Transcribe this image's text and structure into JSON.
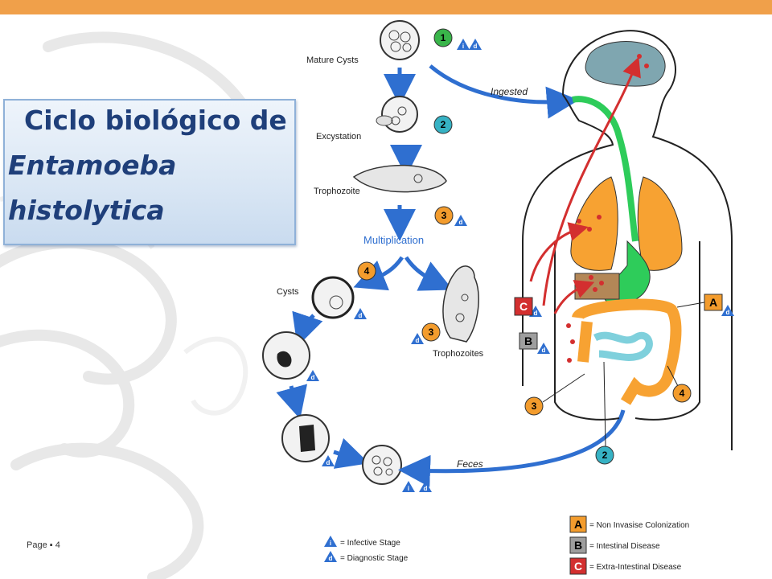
{
  "title": {
    "line1": "Ciclo biológico de",
    "line2": "Entamoeba",
    "line3": "histolytica"
  },
  "footer": {
    "page": "Page ▪ 4"
  },
  "labels": {
    "mature_cysts": "Mature Cysts",
    "excystation": "Excystation",
    "trophozoite": "Trophozoite",
    "multiplication": "Multiplication",
    "cysts": "Cysts",
    "trophozoites": "Trophozoites",
    "ingested": "Ingested",
    "feces": "Feces"
  },
  "stages": {
    "s1": "1",
    "s2": "2",
    "s3": "3",
    "s4": "4"
  },
  "stage_symbols": {
    "infective": "i",
    "diagnostic": "d"
  },
  "disease_tags": {
    "a": "A",
    "b": "B",
    "c": "C"
  },
  "legend": {
    "infective": "= Infective Stage",
    "diagnostic": "= Diagnostic Stage",
    "a_text": "= Non Invasise Colonization",
    "b_text": "= Intestinal Disease",
    "c_text": "= Extra-Intestinal Disease"
  },
  "colors": {
    "accent_bar": "#f0a04a",
    "title_text": "#1f3f7a",
    "arrow_blue": "#2f6fd0",
    "stage_green": "#39b54a",
    "stage_cyan": "#36b2c4",
    "stage_orange": "#f39c2d",
    "lungs": "#f7a232",
    "gi_green": "#2ecc5a",
    "infection_red": "#d32f2f"
  }
}
